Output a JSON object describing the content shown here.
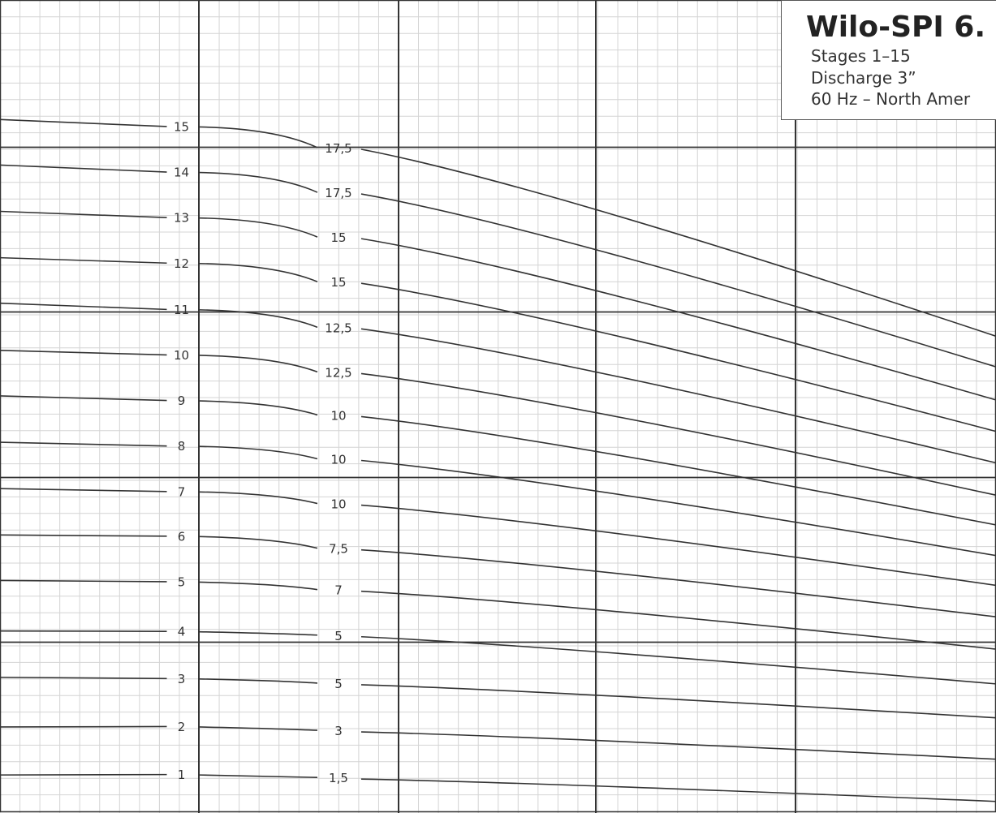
{
  "chart_data": {
    "type": "line",
    "title": "Wilo-SPI 6.",
    "subtitle_lines": [
      "Stages 1–15",
      "Discharge 3”",
      "60 Hz – North Amer"
    ],
    "grid": true,
    "legend": "none",
    "xlim": [
      0,
      5
    ],
    "ylim": [
      0,
      100
    ],
    "series": [
      {
        "name": "1",
        "inline_label": "1.5",
        "y0": 4.4,
        "yA": 4.4,
        "yB": 4.0,
        "yEnd": 1.2
      },
      {
        "name": "2",
        "inline_label": "3",
        "y0": 10.2,
        "yA": 10.2,
        "yB": 9.7,
        "yEnd": 6.3
      },
      {
        "name": "3",
        "inline_label": "5",
        "y0": 16.2,
        "yA": 16.0,
        "yB": 15.4,
        "yEnd": 11.3
      },
      {
        "name": "4",
        "inline_label": "5",
        "y0": 21.8,
        "yA": 21.7,
        "yB": 21.2,
        "yEnd": 15.4
      },
      {
        "name": "5",
        "inline_label": "7",
        "y0": 27.9,
        "yA": 27.7,
        "yB": 26.7,
        "yEnd": 19.6
      },
      {
        "name": "6",
        "inline_label": "7.5",
        "y0": 33.4,
        "yA": 33.2,
        "yB": 31.7,
        "yEnd": 23.5
      },
      {
        "name": "7",
        "inline_label": "10",
        "y0": 39.0,
        "yA": 38.6,
        "yB": 37.1,
        "yEnd": 27.3
      },
      {
        "name": "8",
        "inline_label": "10",
        "y0": 44.6,
        "yA": 44.1,
        "yB": 42.5,
        "yEnd": 30.9
      },
      {
        "name": "9",
        "inline_label": "10",
        "y0": 50.2,
        "yA": 49.6,
        "yB": 47.8,
        "yEnd": 34.6
      },
      {
        "name": "10",
        "inline_label": "12.5",
        "y0": 55.7,
        "yA": 55.1,
        "yB": 53.0,
        "yEnd": 38.2
      },
      {
        "name": "11",
        "inline_label": "12.5",
        "y0": 61.4,
        "yA": 60.6,
        "yB": 58.4,
        "yEnd": 42.1
      },
      {
        "name": "12",
        "inline_label": "15",
        "y0": 66.9,
        "yA": 66.2,
        "yB": 63.9,
        "yEnd": 45.9
      },
      {
        "name": "13",
        "inline_label": "15",
        "y0": 72.5,
        "yA": 71.7,
        "yB": 69.3,
        "yEnd": 49.7
      },
      {
        "name": "14",
        "inline_label": "17.5",
        "y0": 78.1,
        "yA": 77.2,
        "yB": 74.7,
        "yEnd": 53.7
      },
      {
        "name": "15",
        "inline_label": "17.5",
        "y0": 83.6,
        "yA": 82.7,
        "yB": 80.1,
        "yEnd": 57.4
      }
    ]
  }
}
